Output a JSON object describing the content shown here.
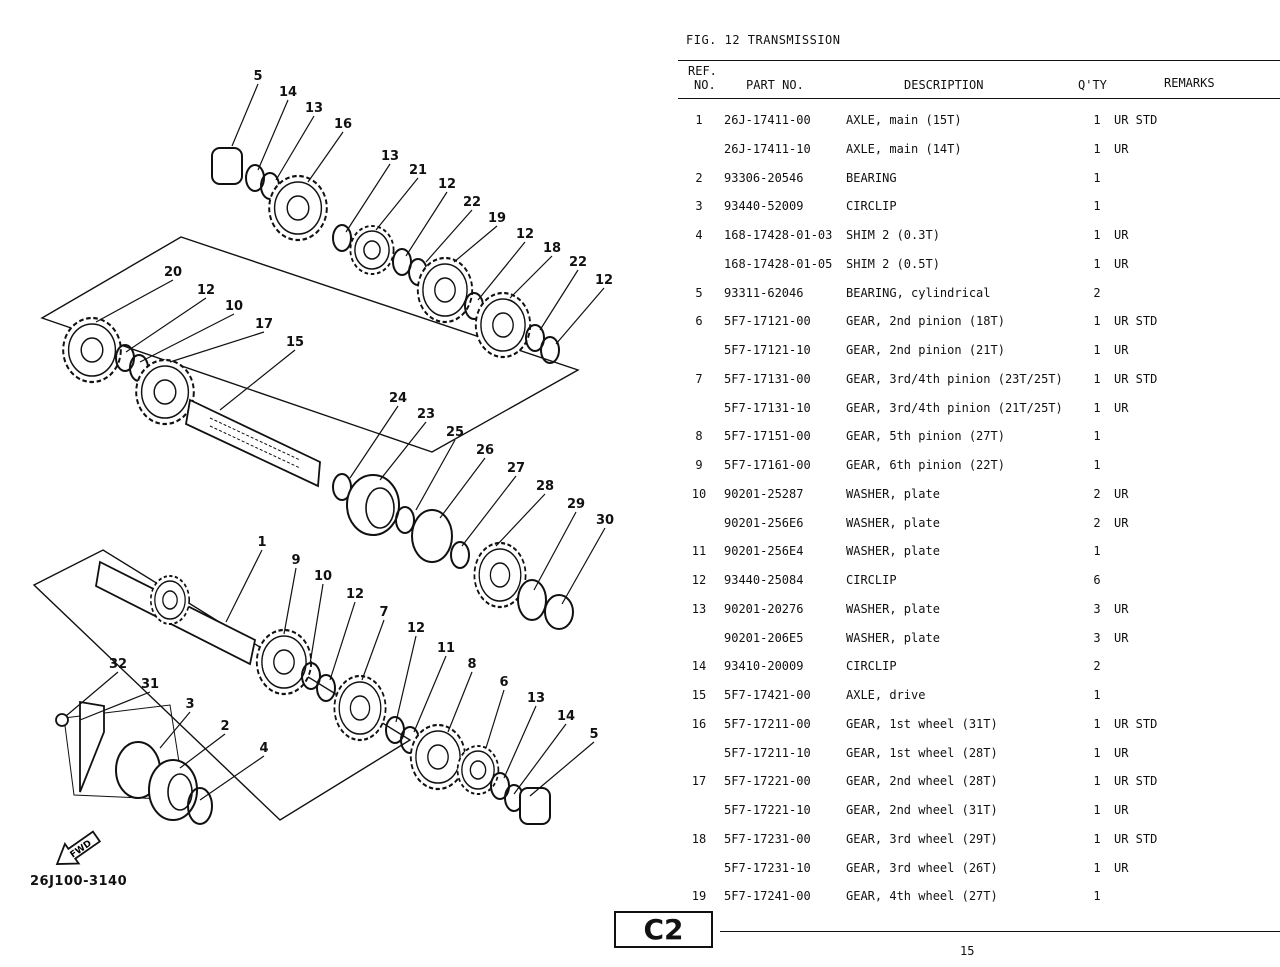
{
  "figure_title": "FIG. 12  TRANSMISSION",
  "headers": {
    "ref_line1": "REF.",
    "ref_line2": "NO.",
    "part_no": "PART NO.",
    "description": "DESCRIPTION",
    "qty": "Q'TY",
    "remarks": "REMARKS"
  },
  "rows": [
    {
      "ref": "1",
      "part": "26J-17411-00",
      "desc": "AXLE, main (15T)",
      "qty": "1",
      "rem": "UR STD"
    },
    {
      "ref": "",
      "part": "26J-17411-10",
      "desc": "AXLE, main (14T)",
      "qty": "1",
      "rem": "UR"
    },
    {
      "ref": "2",
      "part": "93306-20546",
      "desc": "BEARING",
      "qty": "1",
      "rem": ""
    },
    {
      "ref": "3",
      "part": "93440-52009",
      "desc": "CIRCLIP",
      "qty": "1",
      "rem": ""
    },
    {
      "ref": "4",
      "part": "168-17428-01-03",
      "desc": "SHIM 2 (0.3T)",
      "qty": "1",
      "rem": "UR"
    },
    {
      "ref": "",
      "part": "168-17428-01-05",
      "desc": "SHIM 2 (0.5T)",
      "qty": "1",
      "rem": "UR"
    },
    {
      "ref": "5",
      "part": "93311-62046",
      "desc": "BEARING, cylindrical",
      "qty": "2",
      "rem": ""
    },
    {
      "ref": "6",
      "part": "5F7-17121-00",
      "desc": "GEAR, 2nd pinion (18T)",
      "qty": "1",
      "rem": "UR STD"
    },
    {
      "ref": "",
      "part": "5F7-17121-10",
      "desc": "GEAR, 2nd pinion (21T)",
      "qty": "1",
      "rem": "UR"
    },
    {
      "ref": "7",
      "part": "5F7-17131-00",
      "desc": "GEAR, 3rd/4th pinion (23T/25T)",
      "qty": "1",
      "rem": "UR STD"
    },
    {
      "ref": "",
      "part": "5F7-17131-10",
      "desc": "GEAR, 3rd/4th pinion (21T/25T)",
      "qty": "1",
      "rem": "UR"
    },
    {
      "ref": "8",
      "part": "5F7-17151-00",
      "desc": "GEAR, 5th pinion (27T)",
      "qty": "1",
      "rem": ""
    },
    {
      "ref": "9",
      "part": "5F7-17161-00",
      "desc": "GEAR, 6th pinion (22T)",
      "qty": "1",
      "rem": ""
    },
    {
      "ref": "10",
      "part": "90201-25287",
      "desc": "WASHER, plate",
      "qty": "2",
      "rem": "UR"
    },
    {
      "ref": "",
      "part": "90201-256E6",
      "desc": "WASHER, plate",
      "qty": "2",
      "rem": "UR"
    },
    {
      "ref": "11",
      "part": "90201-256E4",
      "desc": "WASHER, plate",
      "qty": "1",
      "rem": ""
    },
    {
      "ref": "12",
      "part": "93440-25084",
      "desc": "CIRCLIP",
      "qty": "6",
      "rem": ""
    },
    {
      "ref": "13",
      "part": "90201-20276",
      "desc": "WASHER, plate",
      "qty": "3",
      "rem": "UR"
    },
    {
      "ref": "",
      "part": "90201-206E5",
      "desc": "WASHER, plate",
      "qty": "3",
      "rem": "UR"
    },
    {
      "ref": "14",
      "part": "93410-20009",
      "desc": "CIRCLIP",
      "qty": "2",
      "rem": ""
    },
    {
      "ref": "15",
      "part": "5F7-17421-00",
      "desc": "AXLE, drive",
      "qty": "1",
      "rem": ""
    },
    {
      "ref": "16",
      "part": "5F7-17211-00",
      "desc": "GEAR, 1st wheel (31T)",
      "qty": "1",
      "rem": "UR STD"
    },
    {
      "ref": "",
      "part": "5F7-17211-10",
      "desc": "GEAR, 1st wheel (28T)",
      "qty": "1",
      "rem": "UR"
    },
    {
      "ref": "17",
      "part": "5F7-17221-00",
      "desc": "GEAR, 2nd wheel (28T)",
      "qty": "1",
      "rem": "UR STD"
    },
    {
      "ref": "",
      "part": "5F7-17221-10",
      "desc": "GEAR, 2nd wheel (31T)",
      "qty": "1",
      "rem": "UR"
    },
    {
      "ref": "18",
      "part": "5F7-17231-00",
      "desc": "GEAR, 3rd wheel (29T)",
      "qty": "1",
      "rem": "UR STD"
    },
    {
      "ref": "",
      "part": "5F7-17231-10",
      "desc": "GEAR, 3rd wheel (26T)",
      "qty": "1",
      "rem": "UR"
    },
    {
      "ref": "19",
      "part": "5F7-17241-00",
      "desc": "GEAR, 4th wheel (27T)",
      "qty": "1",
      "rem": ""
    }
  ],
  "page_tab": "C2",
  "page_number": "15",
  "diagram": {
    "code": "26J100-3140",
    "fwd_label": "FWD",
    "callouts": [
      "5",
      "14",
      "13",
      "16",
      "13",
      "21",
      "12",
      "22",
      "19",
      "12",
      "18",
      "22",
      "12",
      "20",
      "12",
      "10",
      "17",
      "15",
      "24",
      "23",
      "25",
      "26",
      "27",
      "28",
      "29",
      "30",
      "1",
      "9",
      "10",
      "12",
      "7",
      "12",
      "11",
      "8",
      "6",
      "13",
      "14",
      "5",
      "32",
      "31",
      "3",
      "2",
      "4"
    ]
  }
}
